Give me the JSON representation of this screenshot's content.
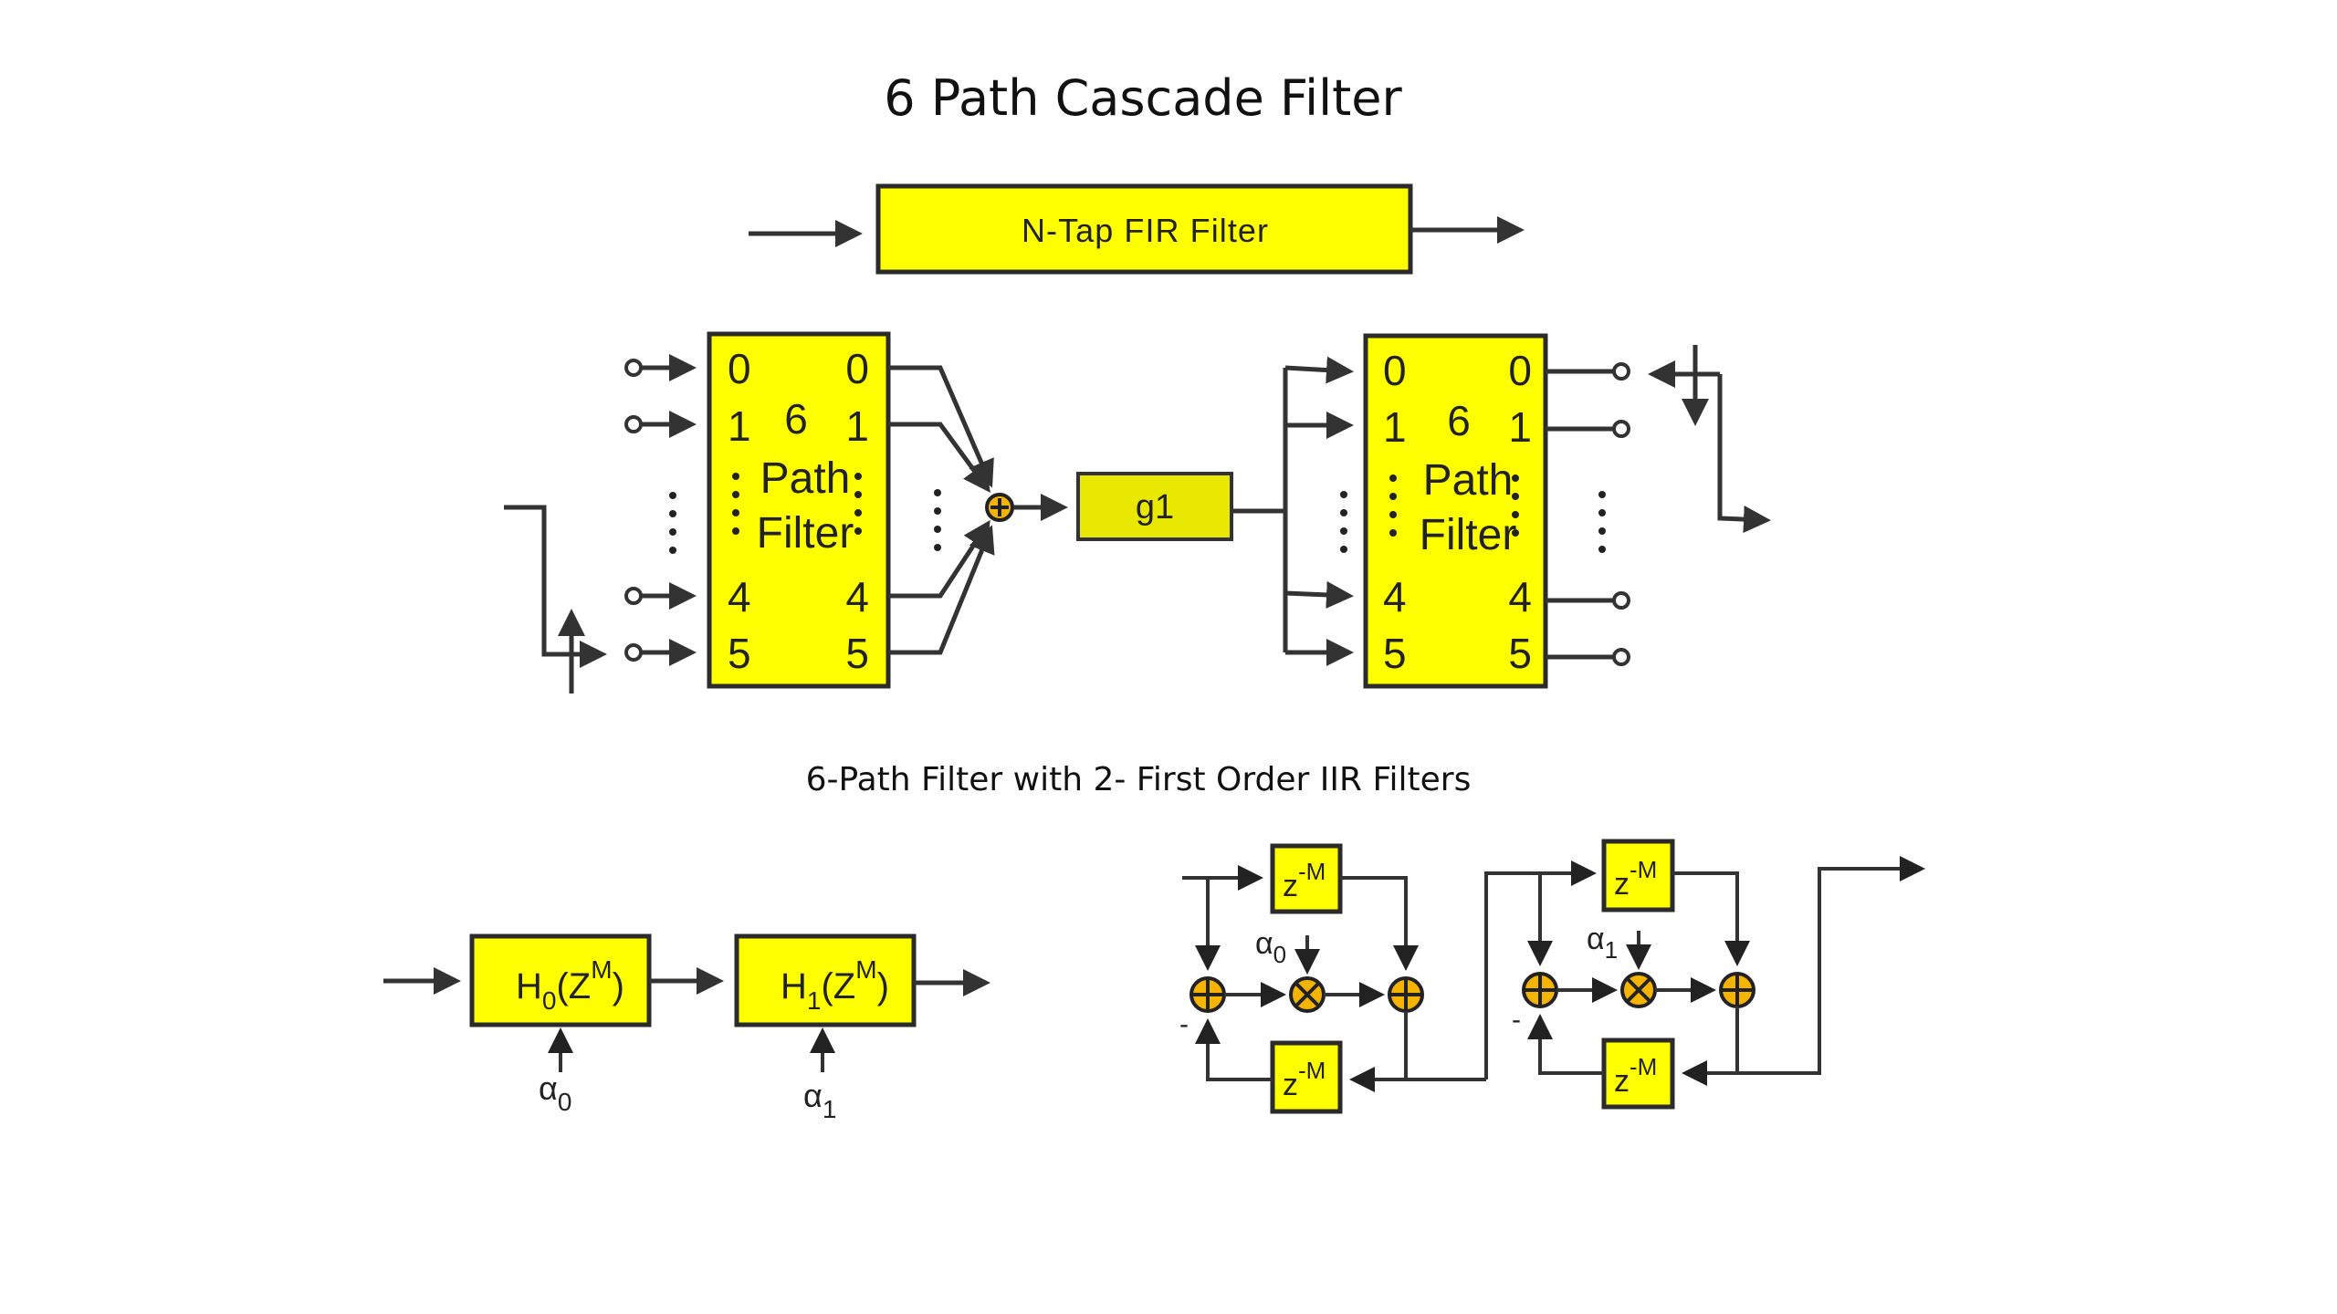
{
  "title": "6 Path Cascade Filter",
  "subtitle": "6-Path Filter with 2- First Order IIR Filters",
  "colors": {
    "block_fill": "#ffff00",
    "gain_fill": "#e8e800",
    "node_fill": "#f5b400",
    "wire": "#333333"
  },
  "ntap_block": {
    "label": "N-Tap FIR Filter"
  },
  "path_filter_left": {
    "num": "6",
    "line1": "Path",
    "line2": "Filter",
    "ports": [
      "0",
      "1",
      "4",
      "5"
    ]
  },
  "path_filter_right": {
    "num": "6",
    "line1": "Path",
    "line2": "Filter",
    "ports": [
      "0",
      "1",
      "4",
      "5"
    ]
  },
  "gain_block": {
    "label": "g1"
  },
  "cascade": {
    "h0": {
      "main": "H",
      "sub": "0",
      "arg": "(Z",
      "sup": "M",
      "close": ")"
    },
    "h1": {
      "main": "H",
      "sub": "1",
      "arg": "(Z",
      "sup": "M",
      "close": ")"
    },
    "alpha0": {
      "sym": "α",
      "sub": "0"
    },
    "alpha1": {
      "sym": "α",
      "sub": "1"
    }
  },
  "iir": {
    "delay": {
      "base": "z",
      "sup": "-M"
    },
    "alpha0": {
      "sym": "α",
      "sub": "0"
    },
    "alpha1": {
      "sym": "α",
      "sub": "1"
    },
    "minus": "-"
  },
  "icons": {
    "summer": "circle-plus",
    "multiplier": "circle-times",
    "port": "open-circle-port"
  }
}
